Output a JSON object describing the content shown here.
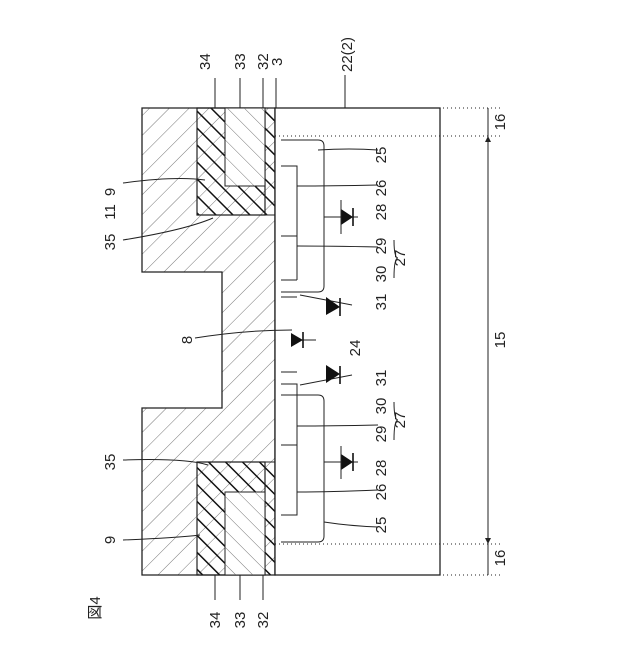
{
  "figure_label": "図4",
  "callouts": {
    "top_34": "34",
    "top_33": "33",
    "top_32": "32",
    "top_3": "3",
    "top_22": "22(2)",
    "left_9a": "9",
    "left_11": "11",
    "left_35a": "35",
    "left_8": "8",
    "left_35b": "35",
    "left_9b": "9",
    "bottom_34": "34",
    "bottom_33": "33",
    "bottom_32": "32",
    "right_16a": "16",
    "right_16b": "16",
    "right_15": "15",
    "r_25a": "25",
    "r_26a": "26",
    "r_28a": "28",
    "r_29a": "29",
    "r_27a": "27",
    "r_30a": "30",
    "r_31a": "31",
    "r_24": "24",
    "r_31b": "31",
    "r_30b": "30",
    "r_29b": "29",
    "r_27b": "27",
    "r_28b": "28",
    "r_26b": "26",
    "r_25b": "25"
  }
}
